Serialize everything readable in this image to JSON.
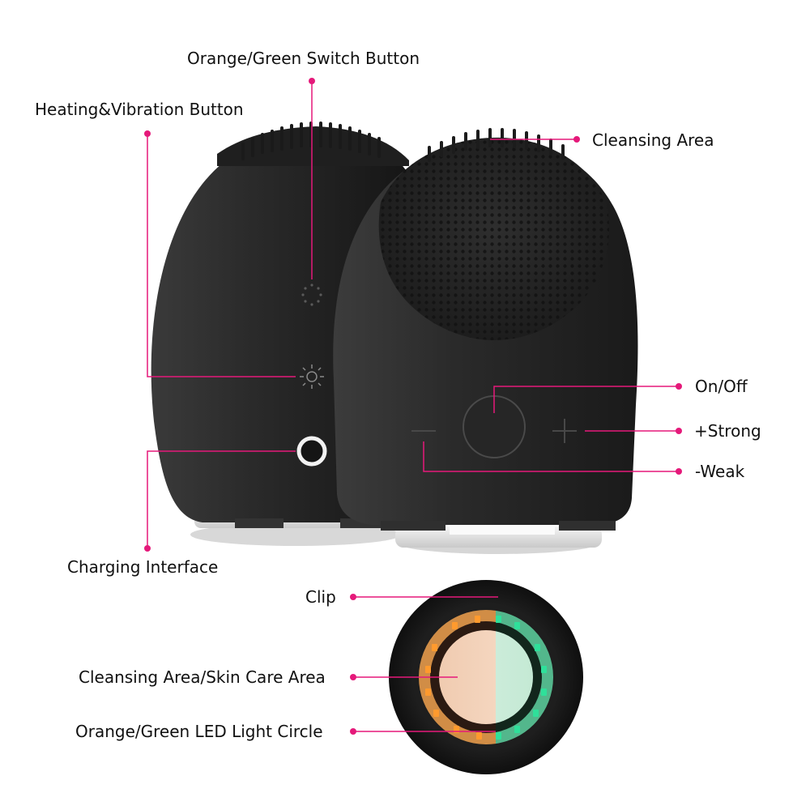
{
  "image": {
    "description_free": true,
    "accent_color": "#e5197a",
    "device_color": "#252525"
  },
  "labels": {
    "switch_button": "Orange/Green Switch Button",
    "heating_button": "Heating&Vibration Button",
    "cleansing_area": "Cleansing Area",
    "on_off": "On/Off",
    "strong": "+Strong",
    "weak": "-Weak",
    "charging": "Charging Interface",
    "clip": "Clip",
    "skin_care_area": "Cleansing Area/Skin Care Area",
    "led_circle": "Orange/Green LED Light Circle"
  }
}
